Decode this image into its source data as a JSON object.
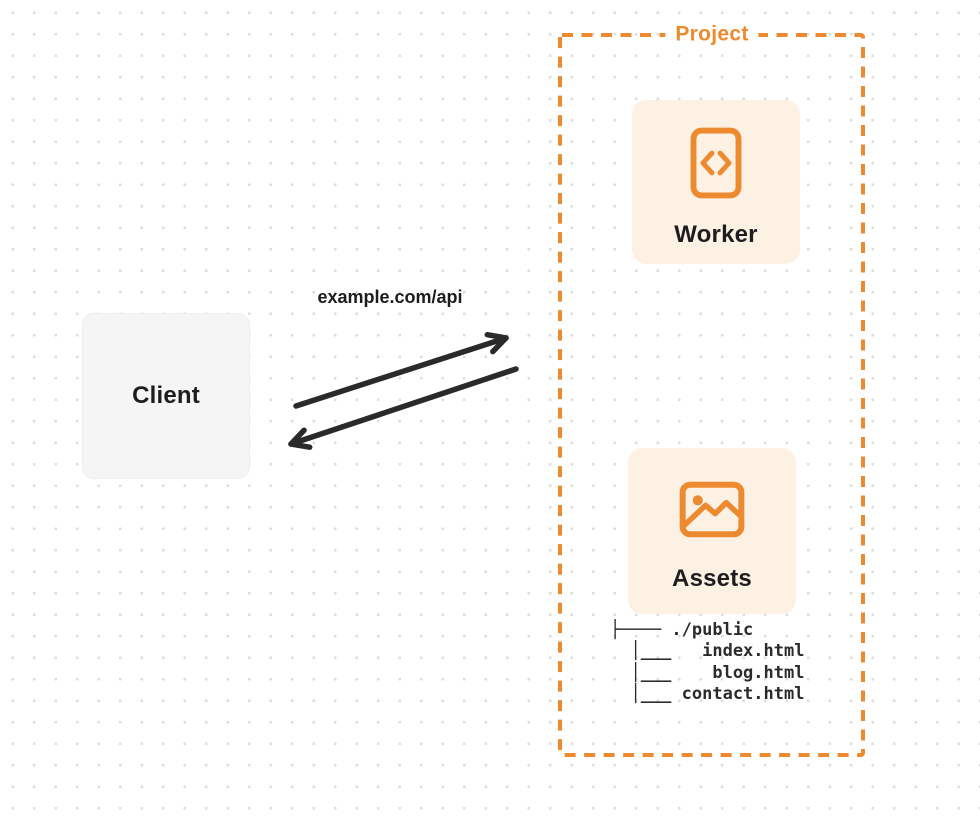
{
  "diagram": {
    "client": {
      "label": "Client"
    },
    "request_label": "example.com/api",
    "project": {
      "label": "Project",
      "worker": {
        "label": "Worker",
        "icon": "code-file-icon"
      },
      "assets": {
        "label": "Assets",
        "icon": "image-icon"
      },
      "file_tree": {
        "root": "./public",
        "files": [
          "index.html",
          "blog.html",
          "contact.html"
        ],
        "lines": [
          "├──── ./public",
          "  │___   index.html",
          "  │___    blog.html",
          "  │___ contact.html"
        ]
      }
    },
    "colors": {
      "accent_orange": "#ed8a30",
      "card_cream": "#fdf1e3",
      "client_gray": "#f5f5f6",
      "arrow_dark": "#2a2a2a",
      "dot_grid": "#dcdcdc"
    }
  }
}
